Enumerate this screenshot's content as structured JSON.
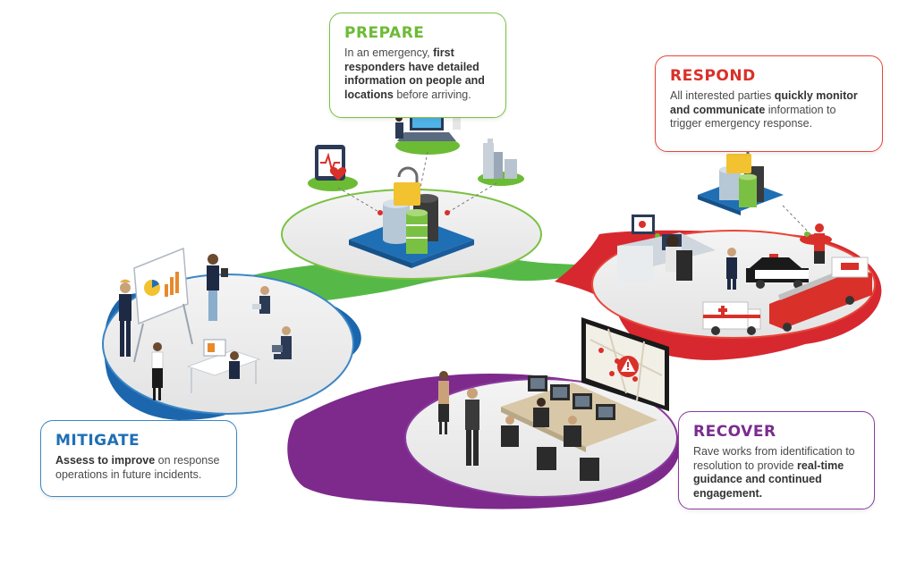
{
  "colors": {
    "prepare": "#6cbb35",
    "respond": "#d9302a",
    "mitigate": "#1f6fb5",
    "recover": "#7b2d8e"
  },
  "prepare": {
    "title": "PREPARE",
    "text_1": "In an emergency, ",
    "bold_1": "first responders have detailed information on people and locations",
    "text_2": " before arriving."
  },
  "respond": {
    "title": "RESPOND",
    "text_1": "All interested parties ",
    "bold_1": "quickly monitor and communicate",
    "text_2": " information to trigger emergency response."
  },
  "mitigate": {
    "title": "MITIGATE",
    "bold_1": "Assess to improve",
    "text_1": " on response operations in future incidents."
  },
  "recover": {
    "title": "RECOVER",
    "text_1": "Rave works from identification to resolution to provide ",
    "bold_1": "real-time guidance and continued engagement."
  },
  "icons": {
    "alert": "warning-icon",
    "lock": "padlock-icon",
    "database": "database-icon",
    "heart_monitor": "heart-monitor-icon",
    "city": "city-buildings-icon",
    "police_car": "police-car-icon",
    "ambulance": "ambulance-icon",
    "fire_truck": "fire-truck-icon"
  }
}
